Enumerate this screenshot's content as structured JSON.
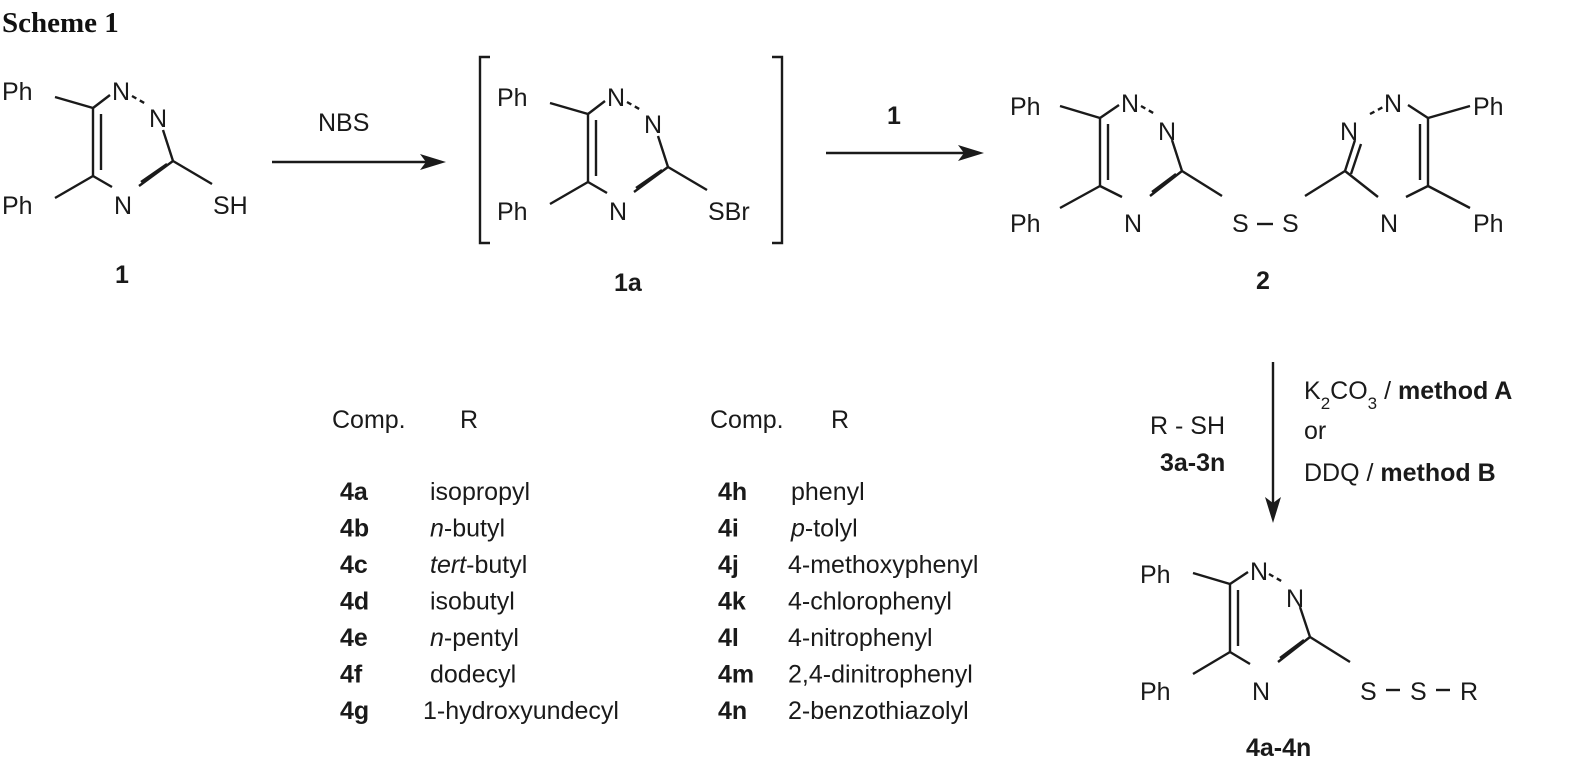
{
  "heading": "Scheme 1",
  "atoms": {
    "ph": "Ph",
    "n": "N",
    "sh": "SH",
    "sbr": "SBr",
    "s": "S",
    "r": "R"
  },
  "compounds": {
    "c1": "1",
    "c1a": "1a",
    "c2": "2",
    "c4": "4a-4n"
  },
  "reagents": {
    "step1": "NBS",
    "step2": "1",
    "step3_left_line1": "R - SH",
    "step3_left_line2": "3a-3n",
    "step3_right": {
      "k2co3_base": "K",
      "k2co3_sub1": "2",
      "k2co3_mid": "CO",
      "k2co3_sub2": "3",
      "slash": " / ",
      "method_a": "method A",
      "or": "or",
      "ddq": "DDQ / ",
      "method_b": "method B"
    }
  },
  "table": {
    "header_comp": "Comp.",
    "header_r": "R",
    "left": [
      {
        "id": "4a",
        "r_pre": "",
        "r_ital": "",
        "r_post": "isopropyl"
      },
      {
        "id": "4b",
        "r_pre": "",
        "r_ital": "n",
        "r_post": "-butyl"
      },
      {
        "id": "4c",
        "r_pre": "",
        "r_ital": "tert",
        "r_post": "-butyl"
      },
      {
        "id": "4d",
        "r_pre": "",
        "r_ital": "",
        "r_post": "isobutyl"
      },
      {
        "id": "4e",
        "r_pre": "",
        "r_ital": "n",
        "r_post": "-pentyl"
      },
      {
        "id": "4f",
        "r_pre": "",
        "r_ital": "",
        "r_post": "dodecyl"
      },
      {
        "id": "4g",
        "r_pre": "",
        "r_ital": "",
        "r_post": "1-hydroxyundecyl"
      }
    ],
    "right": [
      {
        "id": "4h",
        "r_pre": "",
        "r_ital": "",
        "r_post": "phenyl"
      },
      {
        "id": "4i",
        "r_pre": "",
        "r_ital": "p",
        "r_post": "-tolyl"
      },
      {
        "id": "4j",
        "r_pre": "",
        "r_ital": "",
        "r_post": "4-methoxyphenyl"
      },
      {
        "id": "4k",
        "r_pre": "",
        "r_ital": "",
        "r_post": "4-chlorophenyl"
      },
      {
        "id": "4l",
        "r_pre": "",
        "r_ital": "",
        "r_post": "4-nitrophenyl"
      },
      {
        "id": "4m",
        "r_pre": "",
        "r_ital": "",
        "r_post": "2,4-dinitrophenyl"
      },
      {
        "id": "4n",
        "r_pre": "",
        "r_ital": "",
        "r_post": "2-benzothiazolyl"
      }
    ]
  }
}
